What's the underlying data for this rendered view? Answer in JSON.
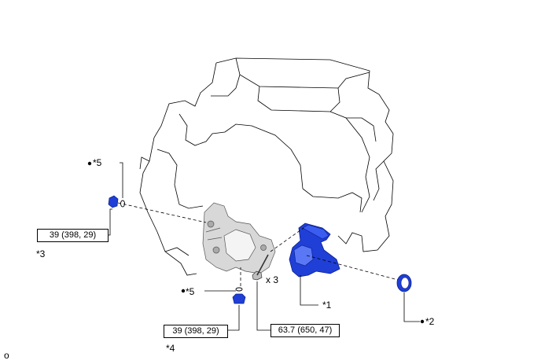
{
  "callouts": {
    "c1": "*1",
    "c2": "*2",
    "c3": "*3",
    "c4": "*4",
    "c5_top": "*5",
    "c5_bottom": "*5"
  },
  "torque": {
    "left": "39 (398, 29)",
    "bottom": "39 (398, 29)",
    "bolt": "63.7 (650, 47)"
  },
  "bolt_qty": "x 3",
  "corner_mark": "o",
  "colors": {
    "part": "#1f3fd6",
    "part_dark": "#0b1f8f",
    "outline": "#000000",
    "gray": "#b9b9b9"
  }
}
